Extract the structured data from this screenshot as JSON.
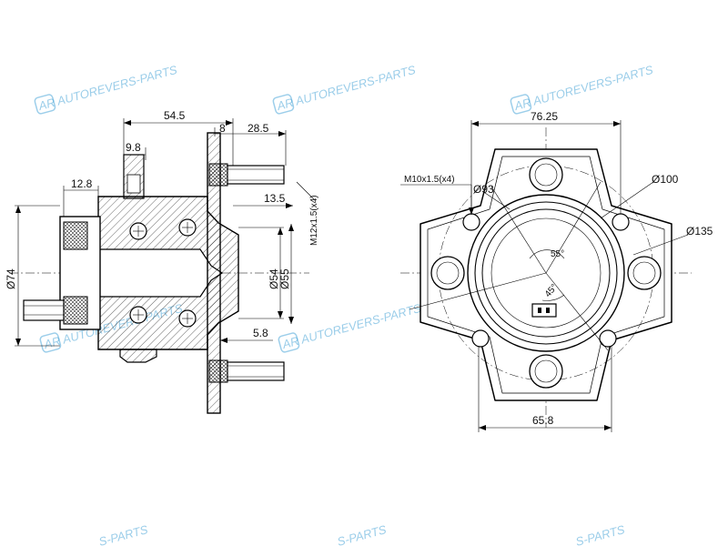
{
  "watermark": {
    "brand": "AUTOREVERS-PARTS",
    "partial": "S-PARTS",
    "logo_letters": "AR",
    "color": "#4aa6d8"
  },
  "side_view": {
    "dimensions": {
      "d54_5": "54.5",
      "d8": "8",
      "d28_5": "28.5",
      "d9_8": "9.8",
      "d12_8": "12.8",
      "d13_5": "13.5",
      "bolt": "M12x1.5(x4)",
      "d74": "Ø74",
      "d54": "Ø54",
      "d55": "Ø55",
      "d5_8": "5.8"
    }
  },
  "front_view": {
    "dimensions": {
      "d76_25": "76.25",
      "bolt": "M10x1.5(x4)",
      "d93": "Ø93",
      "d100": "Ø100",
      "d135": "Ø135",
      "a55": "55°",
      "a45": "45°",
      "d65_8": "65.8"
    }
  }
}
